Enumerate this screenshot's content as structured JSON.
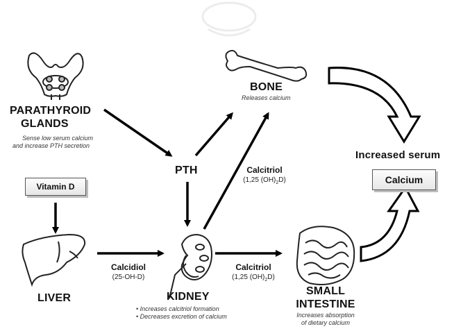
{
  "parathyroid": {
    "title_line1": "PARATHYROID",
    "title_line2": "GLANDS",
    "note_line1": "Sense low serum calcium",
    "note_line2": "and  increase PTH secretion"
  },
  "bone": {
    "title": "BONE",
    "note": "Releases calcium"
  },
  "pth": {
    "label": "PTH"
  },
  "calcitriol_upper": {
    "label": "Calcitriol",
    "formula_prefix": "(1,25 (OH)",
    "formula_sub": "2",
    "formula_suffix": "D)"
  },
  "serum": {
    "title": "Increased serum",
    "box_label": "Calcium"
  },
  "vitamin_d": {
    "label": "Vitamin D"
  },
  "liver": {
    "title": "LIVER"
  },
  "calcidiol": {
    "label": "Calcidiol",
    "formula": "(25-OH-D)"
  },
  "kidney": {
    "title": "KIDNEY",
    "note_line1": "• Increases calcitriol formation",
    "note_line2": "• Decreases excretion of calcium"
  },
  "calcitriol_lower": {
    "label": "Calcitriol",
    "formula_prefix": "(1,25 (OH)",
    "formula_sub": "2",
    "formula_suffix": "D)"
  },
  "intestine": {
    "title_line1": "SMALL",
    "title_line2": "INTESTINE",
    "note_line1": "Increases absorption",
    "note_line2": "of dietary calcium"
  }
}
